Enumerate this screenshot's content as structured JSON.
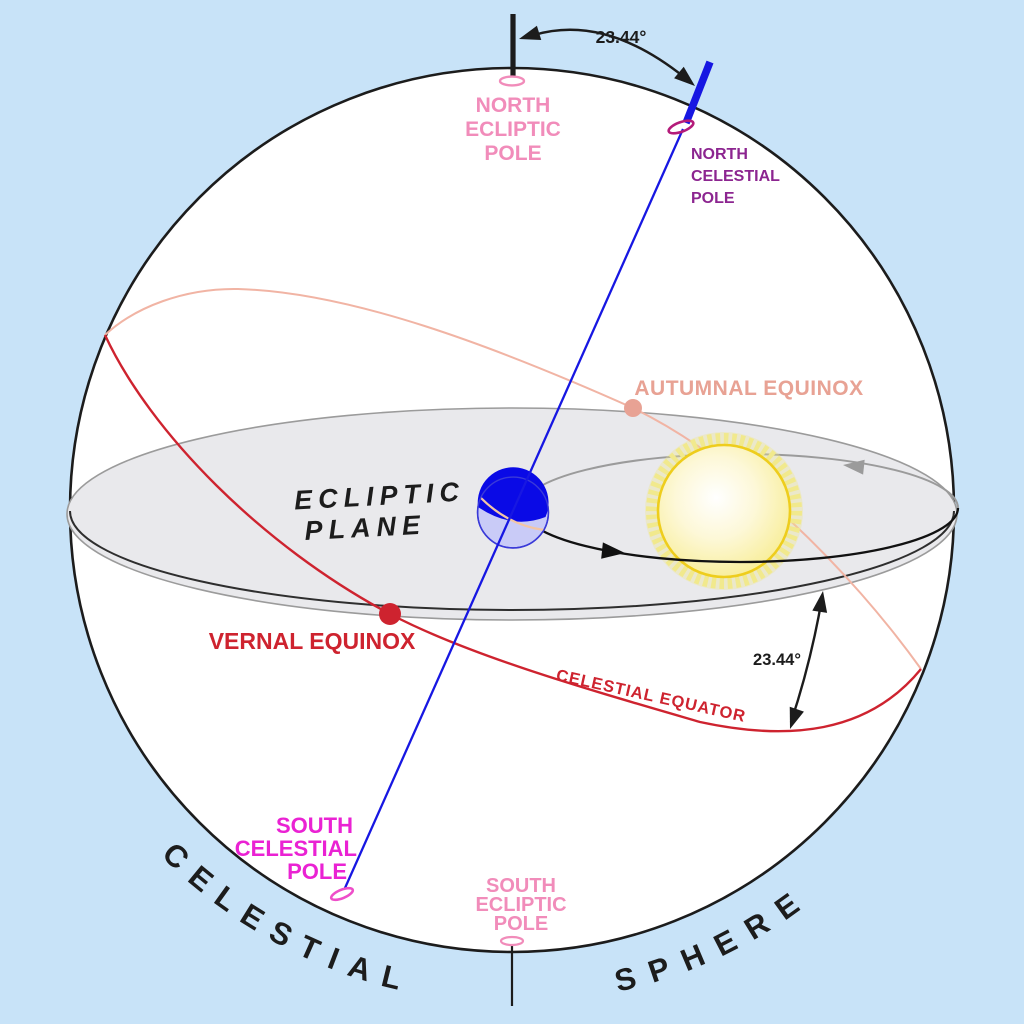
{
  "title": "Celestial sphere diagram",
  "labels": {
    "north_ecliptic_pole": [
      "NORTH",
      "ECLIPTIC",
      "POLE"
    ],
    "north_celestial_pole": [
      "NORTH",
      "CELESTIAL",
      "POLE"
    ],
    "south_celestial_pole": [
      "SOUTH",
      "CELESTIAL",
      "POLE"
    ],
    "south_ecliptic_pole": [
      "SOUTH",
      "ECLIPTIC",
      "POLE"
    ],
    "ecliptic_plane": [
      "ECLIPTIC",
      "PLANE"
    ],
    "vernal_equinox": "VERNAL EQUINOX",
    "autumnal_equinox": "AUTUMNAL EQUINOX",
    "celestial_equator": "CELESTIAL EQUATOR",
    "axial_tilt_top": "23.44°",
    "axial_tilt_equator": "23.44°",
    "sphere_arc_left": "CELESTIAL",
    "sphere_arc_right": "SPHERE"
  },
  "values": {
    "axial_tilt_degrees": 23.44
  },
  "colors": {
    "bg": "#c8e3f8",
    "ink": "#1c1c1c",
    "sphere_fill": "#ffffff",
    "disc_fill": "#e9e9ec",
    "disc_edge": "#9b9b9b",
    "disc_front_edge": "#2e2e2e",
    "equator_red": "#ce232f",
    "equator_back": "#f1b4a4",
    "autumnal": "#e8a294",
    "pink": "#f18cba",
    "purple": "#8c2590",
    "magenta": "#ea22d3",
    "ncp_ring": "#b41b7a",
    "scp_ring": "#ee4ec9",
    "axis_blue": "#1717e2",
    "earth_dark": "#0a0ae6",
    "earth_light": "#c9cbf7",
    "earth_outline": "#3a3ad8",
    "earth_equator": "#f3c6a5",
    "sun_rim": "#eecd1d",
    "sun_spike": "#f1e98d",
    "sun_core": "#ffffff",
    "sun_mid": "#fdf8d8",
    "sun_edge": "#f7ec8e",
    "orbit_front": "#111111",
    "orbit_back": "#9b9b9b"
  }
}
